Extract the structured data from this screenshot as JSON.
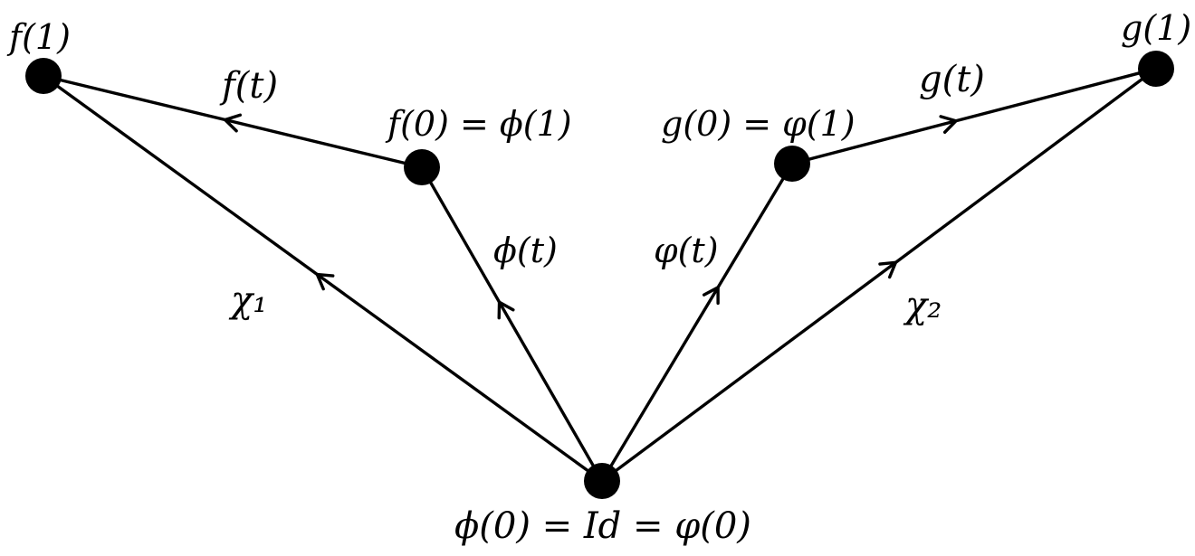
{
  "diagram": {
    "nodes": [
      {
        "id": "f1",
        "label": "f(1)"
      },
      {
        "id": "f0",
        "label": "f(0) = ϕ(1)"
      },
      {
        "id": "g0",
        "label": "g(0) = φ(1)"
      },
      {
        "id": "g1",
        "label": "g(1)"
      },
      {
        "id": "id",
        "label": "ϕ(0) = Id = φ(0)"
      }
    ],
    "edges": [
      {
        "from": "f0",
        "to": "f1",
        "label": "f(t)"
      },
      {
        "from": "id",
        "to": "f1",
        "label": "χ₁"
      },
      {
        "from": "id",
        "to": "f0",
        "label": "ϕ(t)"
      },
      {
        "from": "id",
        "to": "g0",
        "label": "φ(t)"
      },
      {
        "from": "id",
        "to": "g1",
        "label": "χ₂"
      },
      {
        "from": "g0",
        "to": "g1",
        "label": "g(t)"
      }
    ],
    "colors": {
      "line": "#000000",
      "node": "#000000",
      "background": "#ffffff"
    }
  }
}
